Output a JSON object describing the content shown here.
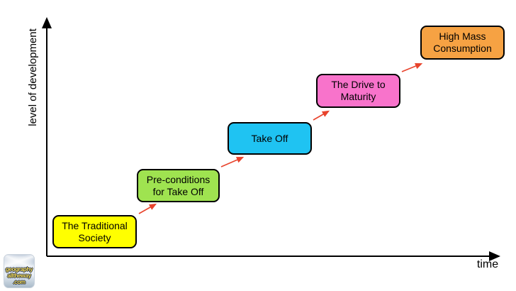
{
  "diagram": {
    "type": "staged-development-model",
    "y_axis_label": "level of development",
    "x_axis_label": "time",
    "stages": [
      {
        "id": "traditional-society",
        "lines": [
          "The Traditional",
          "Society"
        ],
        "color": "#FFFF00"
      },
      {
        "id": "preconditions-for-take-off",
        "lines": [
          "Pre-conditions",
          "for Take Off"
        ],
        "color": "#9FE350"
      },
      {
        "id": "take-off",
        "lines": [
          "Take Off"
        ],
        "color": "#1FC3F2"
      },
      {
        "id": "drive-to-maturity",
        "lines": [
          "The Drive to",
          "Maturity"
        ],
        "color": "#F873CB"
      },
      {
        "id": "high-mass-consumption",
        "lines": [
          "High Mass",
          "Consumption"
        ],
        "color": "#F6A243"
      }
    ],
    "colors": {
      "arrow": "#E8432C",
      "axis": "#000000",
      "box_border": "#000000",
      "text": "#000000",
      "background": "#FFFFFF"
    }
  },
  "logo": {
    "lines": [
      "geography",
      "alltheway",
      ".com"
    ],
    "text_color": "#FFE14D"
  }
}
